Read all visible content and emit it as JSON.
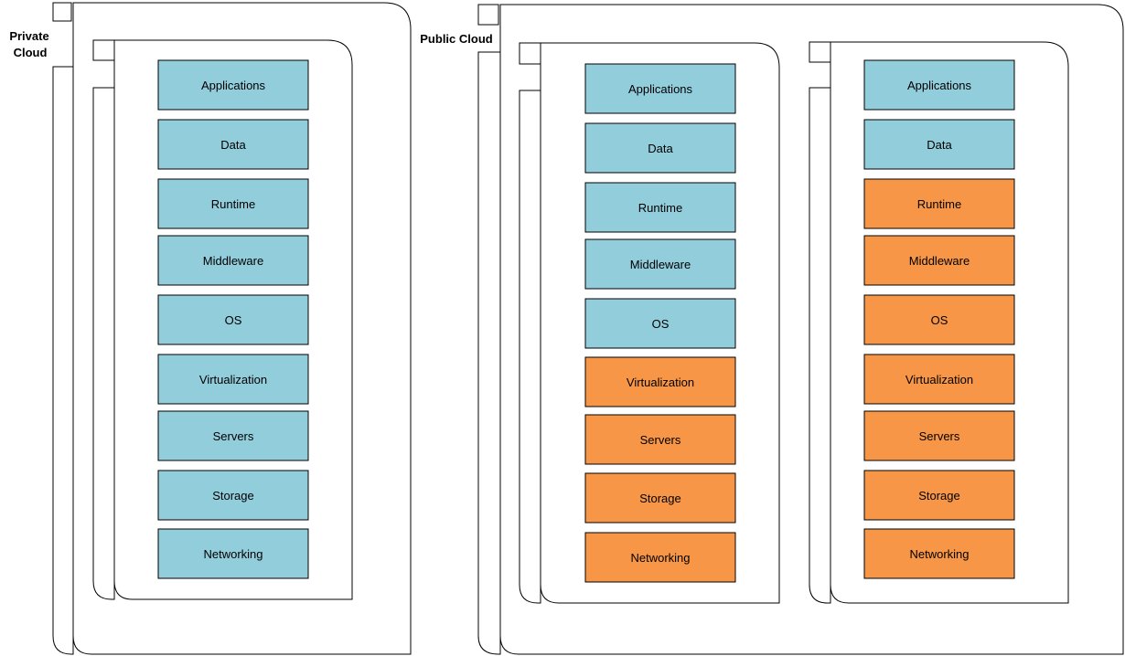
{
  "colors": {
    "customer": "#92cddc",
    "provider": "#f79646",
    "border": "#000000"
  },
  "private_cloud": {
    "label_line1": "Private",
    "label_line2": "Cloud",
    "stacks": [
      {
        "layers": [
          {
            "label": "Applications",
            "managed_by": "customer"
          },
          {
            "label": "Data",
            "managed_by": "customer"
          },
          {
            "label": "Runtime",
            "managed_by": "customer"
          },
          {
            "label": "Middleware",
            "managed_by": "customer"
          },
          {
            "label": "OS",
            "managed_by": "customer"
          },
          {
            "label": "Virtualization",
            "managed_by": "customer"
          },
          {
            "label": "Servers",
            "managed_by": "customer"
          },
          {
            "label": "Storage",
            "managed_by": "customer"
          },
          {
            "label": "Networking",
            "managed_by": "customer"
          }
        ]
      }
    ]
  },
  "public_cloud": {
    "label": "Public Cloud",
    "stacks": [
      {
        "layers": [
          {
            "label": "Applications",
            "managed_by": "customer"
          },
          {
            "label": "Data",
            "managed_by": "customer"
          },
          {
            "label": "Runtime",
            "managed_by": "customer"
          },
          {
            "label": "Middleware",
            "managed_by": "customer"
          },
          {
            "label": "OS",
            "managed_by": "customer"
          },
          {
            "label": "Virtualization",
            "managed_by": "provider"
          },
          {
            "label": "Servers",
            "managed_by": "provider"
          },
          {
            "label": "Storage",
            "managed_by": "provider"
          },
          {
            "label": "Networking",
            "managed_by": "provider"
          }
        ]
      },
      {
        "layers": [
          {
            "label": "Applications",
            "managed_by": "customer"
          },
          {
            "label": "Data",
            "managed_by": "customer"
          },
          {
            "label": "Runtime",
            "managed_by": "provider"
          },
          {
            "label": "Middleware",
            "managed_by": "provider"
          },
          {
            "label": "OS",
            "managed_by": "provider"
          },
          {
            "label": "Virtualization",
            "managed_by": "provider"
          },
          {
            "label": "Servers",
            "managed_by": "provider"
          },
          {
            "label": "Storage",
            "managed_by": "provider"
          },
          {
            "label": "Networking",
            "managed_by": "provider"
          }
        ]
      }
    ]
  }
}
